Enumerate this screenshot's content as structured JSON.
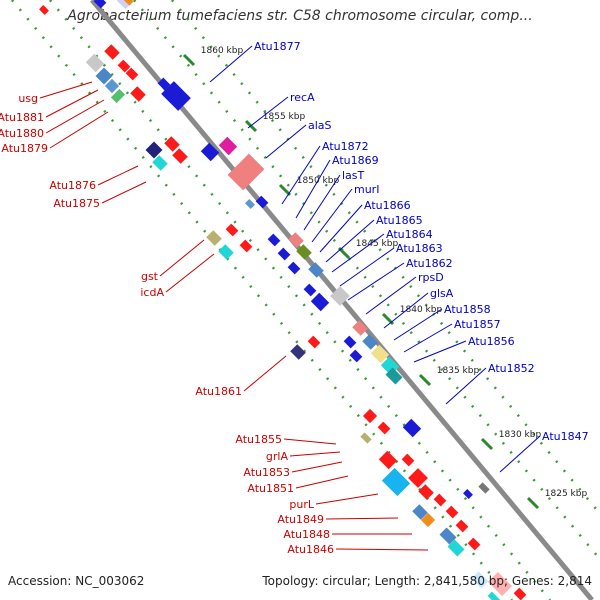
{
  "title": "Agrobacterium tumefaciens str. C58 chromosome circular, comp...",
  "footer": {
    "accession": "Accession: NC_003062",
    "summary": "Topology: circular; Length: 2,841,580 bp; Genes: 2,814"
  },
  "colors": {
    "forward_label": "#cc0000",
    "reverse_label": "#0000cc",
    "backbone": "#888888",
    "tick": "#2a8a2a"
  },
  "ruler": [
    {
      "label": "1860 kbp"
    },
    {
      "label": "1855 kbp"
    },
    {
      "label": "1850 kbp"
    },
    {
      "label": "1845 kbp"
    },
    {
      "label": "1840 kbp"
    },
    {
      "label": "1835 kbp"
    },
    {
      "label": "1830 kbp"
    },
    {
      "label": "1825 kbp"
    }
  ],
  "genes_left": [
    "usg",
    "Atu1881",
    "Atu1880",
    "Atu1879",
    "Atu1876",
    "Atu1875",
    "gst",
    "icdA",
    "Atu1861",
    "Atu1855",
    "grlA",
    "Atu1853",
    "Atu1851",
    "purL",
    "Atu1849",
    "Atu1848",
    "Atu1846"
  ],
  "genes_right": [
    "Atu1877",
    "recA",
    "alaS",
    "Atu1872",
    "Atu1869",
    "lasT",
    "murI",
    "Atu1866",
    "Atu1865",
    "Atu1864",
    "Atu1863",
    "Atu1862",
    "rpsD",
    "glsA",
    "Atu1858",
    "Atu1857",
    "Atu1856",
    "Atu1852",
    "Atu1847"
  ]
}
